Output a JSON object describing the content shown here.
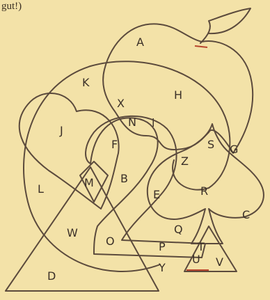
{
  "caption": "gut!)",
  "labels": {
    "A": "A",
    "B": "B",
    "D": "D",
    "E": "E",
    "F": "F",
    "G": "G",
    "H": "H",
    "i": "i",
    "J": "J",
    "K": "K",
    "L": "L",
    "M": "M",
    "N": "N",
    "O": "O",
    "P": "P",
    "Q": "Q",
    "R": "R",
    "S": "S",
    "T": "T",
    "U": "U",
    "V": "V",
    "W": "W",
    "X": "X",
    "Y": "Y",
    "Z": "Z",
    "C": "C"
  },
  "colors": {
    "background": "#f3e2a8",
    "line": "#5b4a3c",
    "stem": "#b8452d"
  }
}
